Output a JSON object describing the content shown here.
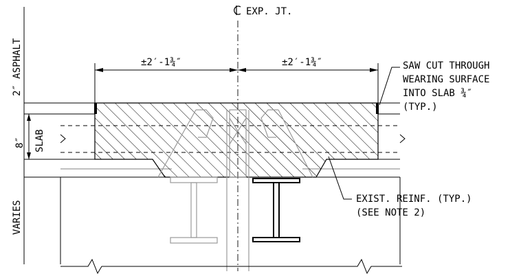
{
  "labels": {
    "centerline": "EXP. JT.",
    "dim_left": "±2′-1¾″",
    "dim_right": "±2′-1¾″",
    "saw_cut_1": "SAW CUT THROUGH",
    "saw_cut_2": "WEARING SURFACE",
    "saw_cut_3": "INTO SLAB ¾″",
    "saw_cut_4": "(TYP.)",
    "reinf_1": "EXIST. REINF. (TYP.)",
    "reinf_2": "(SEE NOTE 2)",
    "asphalt": "2″ ASPHALT",
    "slab_thickness": "8″",
    "slab": "SLAB",
    "varies": "VARIES"
  }
}
